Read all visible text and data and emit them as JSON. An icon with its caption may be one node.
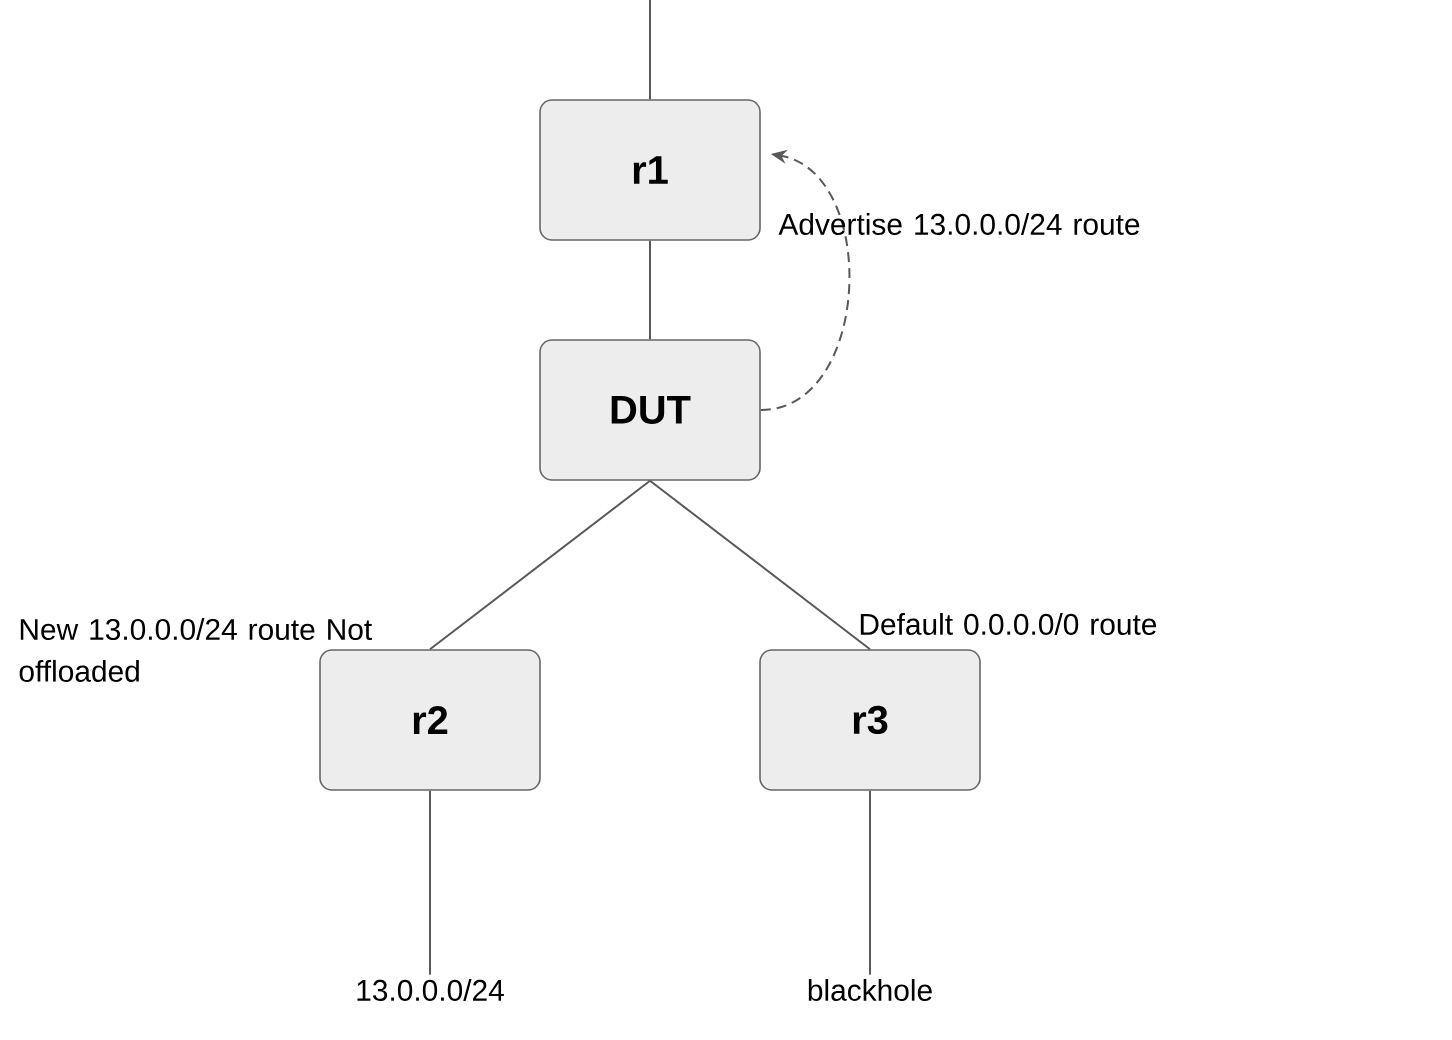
{
  "diagram": {
    "nodes": [
      {
        "text": [
          "r1"
        ]
      },
      {
        "text": [
          "DUT"
        ]
      },
      {
        "text": [
          "r2"
        ]
      },
      {
        "text": [
          "r3"
        ]
      },
      {
        "text": [
          "13.0.0.0/24"
        ]
      },
      {
        "text": [
          "blackhole"
        ]
      }
    ],
    "edges": [
      {
        "from": null,
        "to": 0,
        "arrow": "none"
      },
      {
        "from": 0,
        "to": 1,
        "arrow": "none"
      },
      {
        "from": 1,
        "to": 0,
        "arrow": "to",
        "style": "dashed",
        "label": "Advertise  13.0.0.0/24 route"
      },
      {
        "from": 1,
        "to": 2,
        "arrow": "none",
        "label": "New 13.0.0.0/24 route Not offloaded"
      },
      {
        "from": 1,
        "to": 3,
        "arrow": "none",
        "label": "Default 0.0.0.0/0 route"
      },
      {
        "from": 2,
        "to": 4,
        "arrow": "none"
      },
      {
        "from": 3,
        "to": 5,
        "arrow": "none"
      }
    ]
  }
}
